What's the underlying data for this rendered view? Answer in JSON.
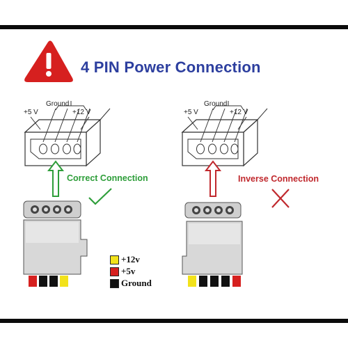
{
  "title": "4 PIN Power Connection",
  "left_diagram": {
    "pin_labels": {
      "plus5": "+5 V",
      "ground": "Ground",
      "plus12": "+12 V"
    },
    "status": "Correct Connection",
    "mark": "check-icon",
    "arrow_color": "#2e9e3a",
    "status_color": "#2e9e3a"
  },
  "right_diagram": {
    "pin_labels": {
      "plus5": "+5 V",
      "ground": "Ground",
      "plus12": "+12 V"
    },
    "status": "Inverse Connection",
    "mark": "cross-icon",
    "arrow_color": "#c0282d",
    "status_color": "#c0282d"
  },
  "legend": [
    {
      "label": "+12v",
      "color": "#f2e21b"
    },
    {
      "label": "+5v",
      "color": "#d6201f"
    },
    {
      "label": "Ground",
      "color": "#111111"
    }
  ],
  "colors": {
    "warning": "#d6201f",
    "title": "#2d3f9f"
  }
}
